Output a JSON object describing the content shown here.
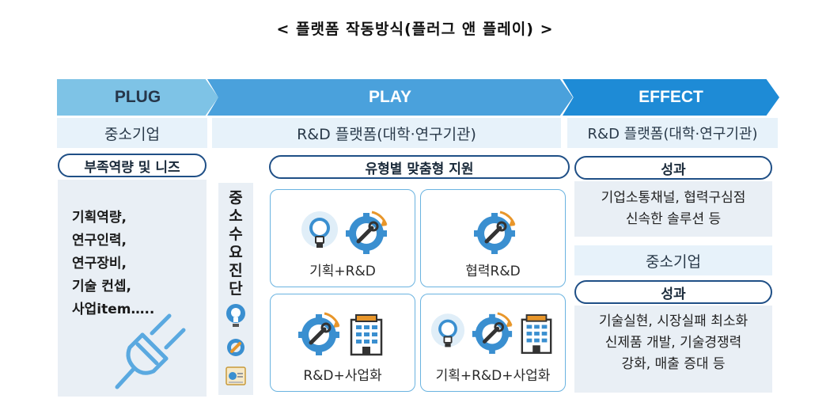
{
  "title": "< 플랫폼 작동방식(플러그 앤 플레이) >",
  "stages": {
    "plug": "PLUG",
    "play": "PLAY",
    "effect": "EFFECT"
  },
  "plug": {
    "band": "중소기업",
    "pill": "부족역량 및 니즈",
    "items": [
      "기획역량,",
      "연구인력,",
      "연구장비,",
      "기술 컨셉,",
      "사업item….."
    ]
  },
  "play": {
    "band": "R&D 플랫폼(대학·연구기관)",
    "pill": "유형별 맞춤형 지원",
    "vertical_label": [
      "중",
      "소",
      "수",
      "요",
      "진",
      "단"
    ],
    "cards": [
      {
        "label": "기획+R&D",
        "icons": [
          "lightbulb-icon",
          "gear-wrench-icon"
        ]
      },
      {
        "label": "협력R&D",
        "icons": [
          "gear-wrench-icon"
        ]
      },
      {
        "label": "R&D+사업화",
        "icons": [
          "gear-wrench-icon",
          "building-icon"
        ]
      },
      {
        "label": "기획+R&D+사업화",
        "icons": [
          "lightbulb-icon",
          "gear-wrench-icon",
          "building-icon"
        ]
      }
    ]
  },
  "effect": {
    "band": "R&D 플랫폼(대학·연구기관)",
    "pill1": "성과",
    "result1": [
      "기업소통채널, 협력구심점",
      "신속한 솔루션 등"
    ],
    "band2": "중소기업",
    "pill2": "성과",
    "result2": [
      "기술실현, 시장실패 최소화",
      "신제품 개발, 기술경쟁력",
      "강화, 매출 증대 등"
    ]
  },
  "colors": {
    "plug_arrow": "#7ec3e6",
    "play_arrow": "#4aa1dc",
    "effect_arrow": "#1e8bd6",
    "pill_border": "#1f4f86",
    "panel_bg": "#e9eff5",
    "band_bg": "#e7f2fa",
    "icon_blue": "#3a8fd0",
    "icon_orange": "#e8962a"
  }
}
